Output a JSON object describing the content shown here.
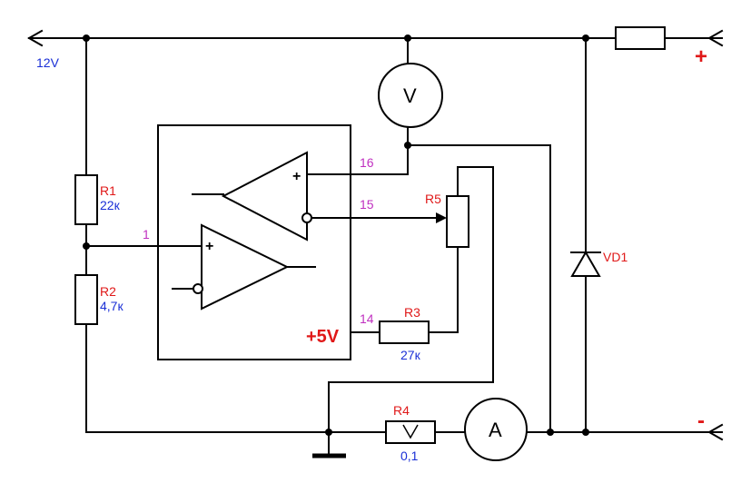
{
  "labels": {
    "supply_voltage": "12V",
    "r1_name": "R1",
    "r1_value": "22к",
    "r2_name": "R2",
    "r2_value": "4,7к",
    "r3_name": "R3",
    "r3_value": "27к",
    "r4_name": "R4",
    "r4_value": "0,1",
    "r5_name": "R5",
    "vd1_name": "VD1",
    "pin_1": "1",
    "pin_14": "14",
    "pin_15": "15",
    "pin_16": "16",
    "ref_voltage": "+5V",
    "voltmeter_symbol": "V",
    "ammeter_symbol": "A",
    "plus_terminal": "+",
    "minus_terminal": "-"
  },
  "colors": {
    "wire": "#000000",
    "component_name": "#e01818",
    "component_value": "#1a2fd6",
    "pin_number": "#c030c0"
  }
}
